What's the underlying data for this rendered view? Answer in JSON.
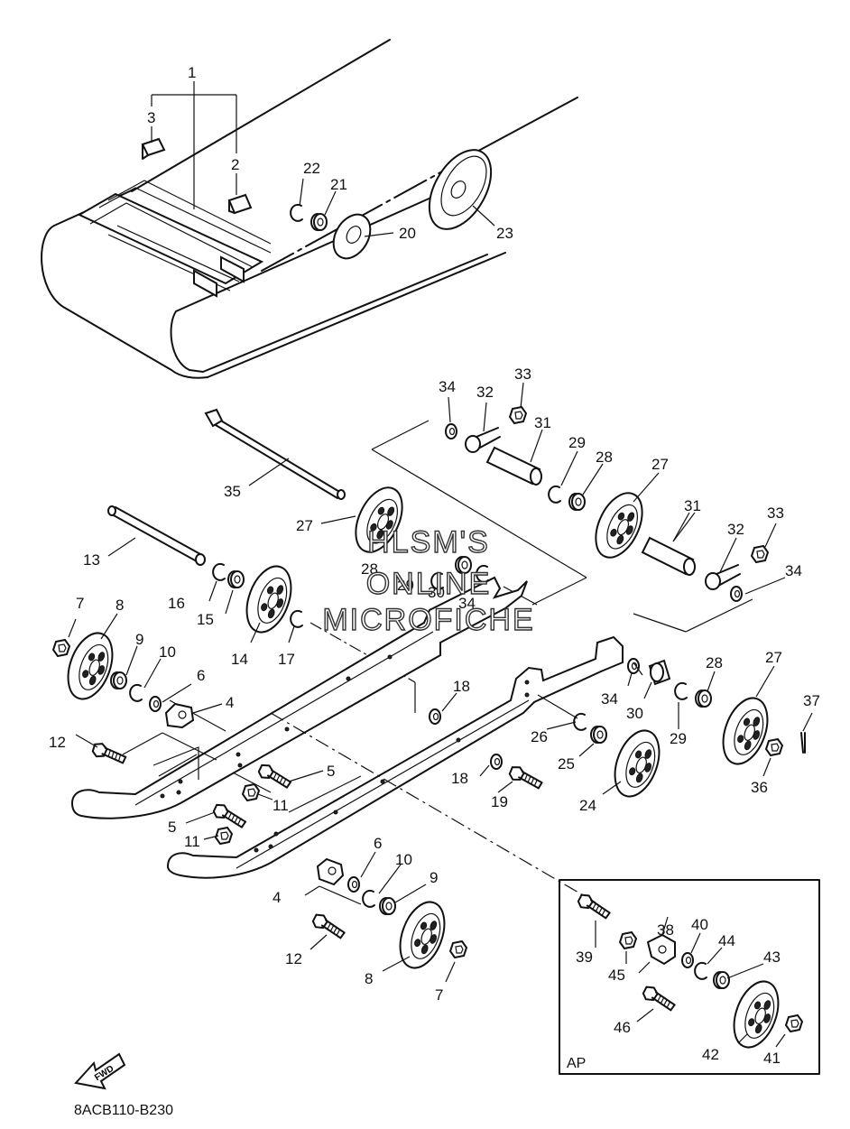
{
  "watermark": {
    "line1": "HLSM'S",
    "line2": "ONLINE",
    "line3": "MICROFICHE"
  },
  "diagram_code": "8ACB110-B230",
  "inset_label": "AP",
  "fwd_label": "FWD",
  "callouts": {
    "c1": "1",
    "c2": "2",
    "c3": "3",
    "c20": "20",
    "c21": "21",
    "c22": "22",
    "c23": "23",
    "c34a": "34",
    "c32a": "32",
    "c33a": "33",
    "c31a": "31",
    "c29a": "29",
    "c28a": "28",
    "c27a": "27",
    "c35": "35",
    "c27b": "27",
    "c31b": "31",
    "c32b": "32",
    "c33b": "33",
    "c34b": "34",
    "c13": "13",
    "c28b": "28",
    "c29b": "29",
    "c30a": "30",
    "c34c": "34",
    "c16": "16",
    "c15": "15",
    "c14": "14",
    "c17": "17",
    "c7a": "7",
    "c8a": "8",
    "c9a": "9",
    "c10a": "10",
    "c6a": "6",
    "c4a": "4",
    "c12a": "12",
    "c18a": "18",
    "c28c": "28",
    "c27c": "27",
    "c37": "37",
    "c34d": "34",
    "c30b": "30",
    "c29c": "29",
    "c26": "26",
    "c25": "25",
    "c36": "36",
    "c18b": "18",
    "c19": "19",
    "c24": "24",
    "c5a": "5",
    "c11a": "11",
    "c5b": "5",
    "c11b": "11",
    "c6b": "6",
    "c10b": "10",
    "c9b": "9",
    "c4b": "4",
    "c12b": "12",
    "c8b": "8",
    "c7b": "7",
    "c38": "38",
    "c39": "39",
    "c40": "40",
    "c44": "44",
    "c43": "43",
    "c45": "45",
    "c46": "46",
    "c42": "42",
    "c41": "41"
  }
}
